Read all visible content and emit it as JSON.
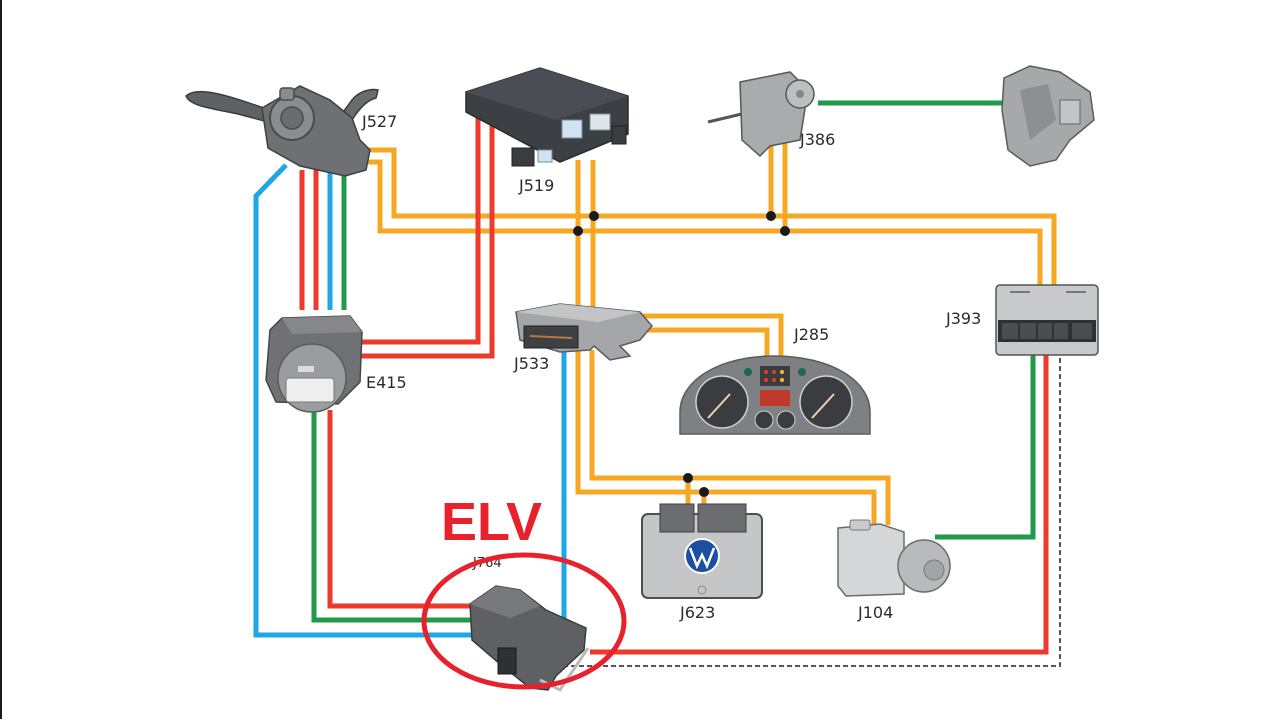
{
  "diagram": {
    "title_annotation": "ELV",
    "colors": {
      "can_bus": "#f7a823",
      "red_wire": "#ee3a2c",
      "blue_wire": "#1ea6e6",
      "green_wire": "#1f9a48",
      "dashed_wire": "#555555",
      "highlight": "#e8222c",
      "component": "#7d7f82"
    },
    "components": [
      {
        "id": "J527",
        "label": "J527",
        "description": "steering column electronics"
      },
      {
        "id": "J519",
        "label": "J519",
        "description": "onboard supply control unit"
      },
      {
        "id": "J386",
        "label": "J386",
        "description": "door control unit"
      },
      {
        "id": "door-lock",
        "label": "",
        "description": "door lock unit"
      },
      {
        "id": "J393",
        "label": "J393",
        "description": "comfort system central control unit"
      },
      {
        "id": "E415",
        "label": "E415",
        "description": "ignition switch"
      },
      {
        "id": "J533",
        "label": "J533",
        "description": "data bus gateway"
      },
      {
        "id": "J285",
        "label": "J285",
        "description": "instrument cluster"
      },
      {
        "id": "J623",
        "label": "J623",
        "description": "engine control unit"
      },
      {
        "id": "J104",
        "label": "J104",
        "description": "ABS control unit"
      },
      {
        "id": "J764",
        "label": "J764",
        "description": "electronic steering column lock"
      }
    ],
    "highlight": {
      "target": "J764",
      "label": "ELV"
    }
  }
}
